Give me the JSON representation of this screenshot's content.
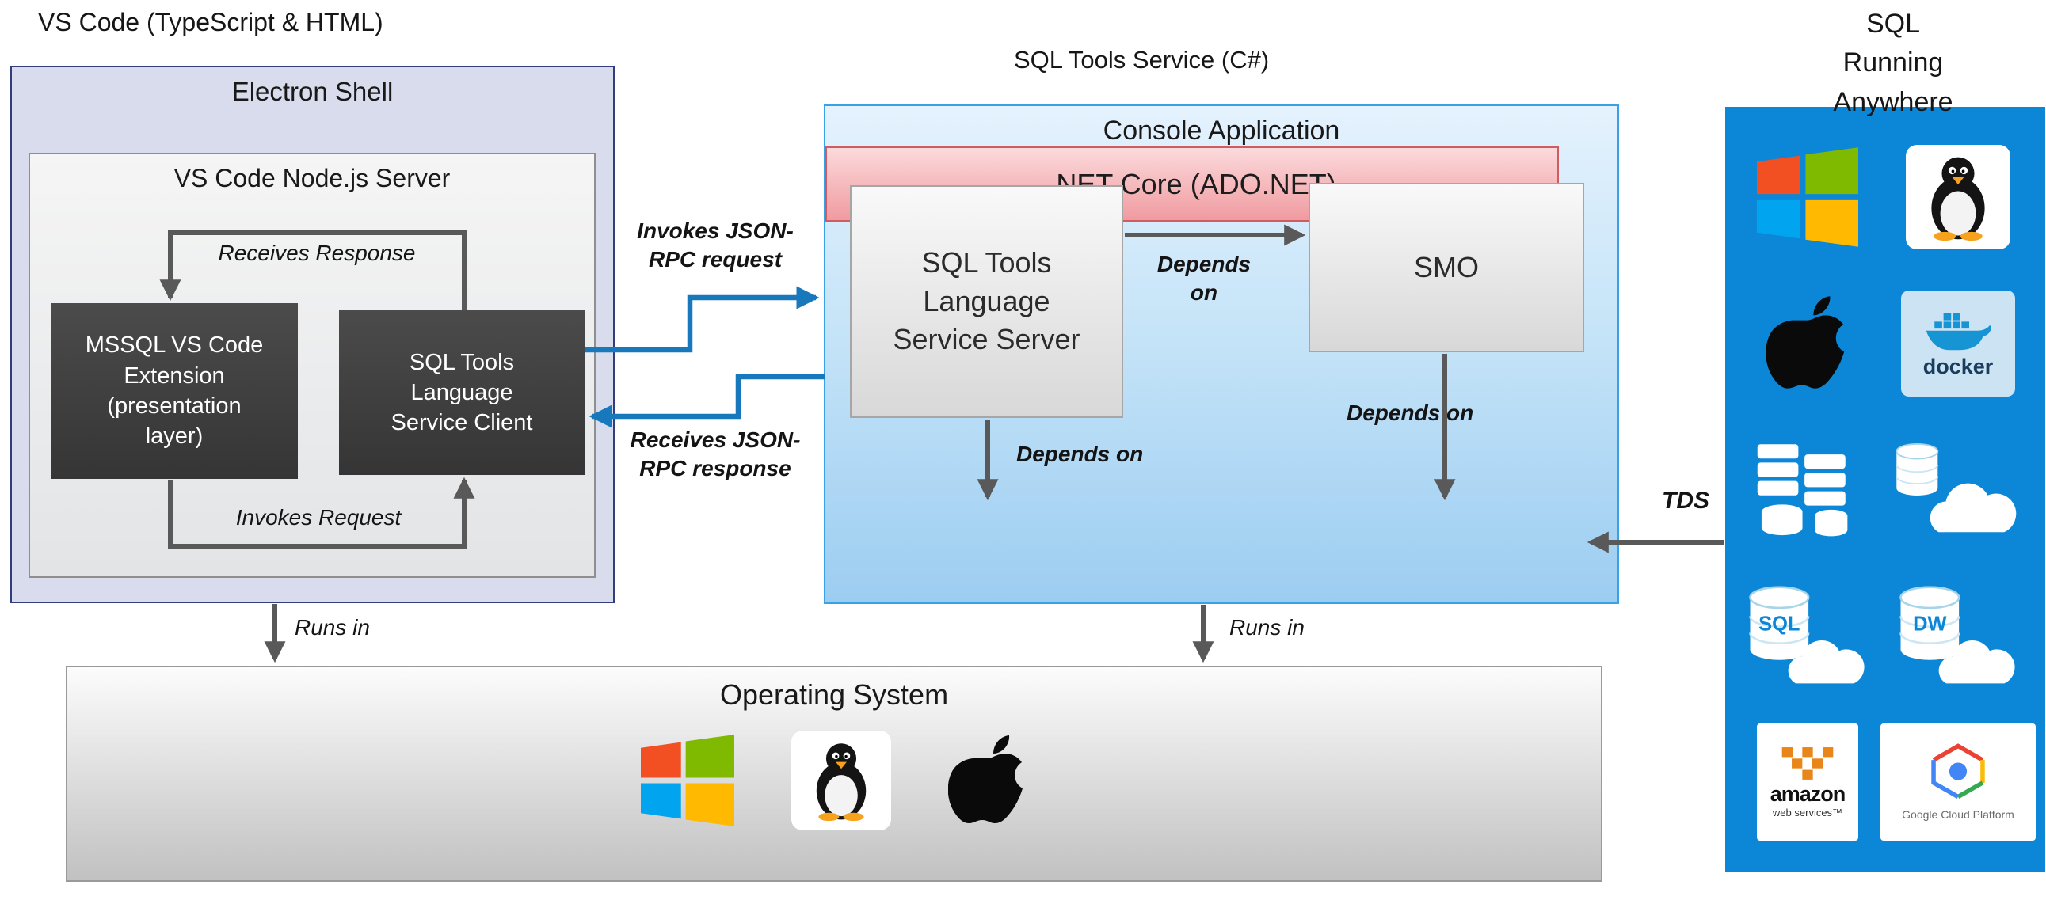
{
  "titles": {
    "vscode": "VS Code (TypeScript & HTML)",
    "sql_tools_service": "SQL Tools Service (C#)",
    "sql_running_anywhere": "SQL Running\nAnywhere"
  },
  "electron": {
    "title": "Electron Shell",
    "node_server_title": "VS Code Node.js Server",
    "mssql_extension": "MSSQL VS Code\nExtension\n(presentation\nlayer)",
    "service_client": "SQL Tools\nLanguage\nService Client"
  },
  "console": {
    "title": "Console Application",
    "language_service_server": "SQL Tools\nLanguage\nService Server",
    "smo": "SMO",
    "net_core": ".NET Core (ADO.NET)"
  },
  "os": {
    "title": "Operating System"
  },
  "flow_labels": {
    "receives_response": "Receives Response",
    "invokes_request": "Invokes Request",
    "invokes_jsonrpc": "Invokes JSON-\nRPC request",
    "receives_jsonrpc": "Receives JSON-\nRPC response",
    "depends_on_smo": "Depends\non",
    "depends_on_server_net": "Depends on",
    "depends_on_smo_net": "Depends on",
    "runs_in_left": "Runs in",
    "runs_in_center": "Runs in",
    "tds": "TDS"
  },
  "anywhere_panel": {
    "docker_label": "docker",
    "sql_db_label": "SQL",
    "dw_db_label": "DW",
    "aws_name": "amazon",
    "aws_sub": "web services™",
    "gcp_label": "Google Cloud Platform"
  },
  "icons": {
    "windows": "windows-four-pane-logo",
    "linux": "tux-penguin",
    "apple": "apple-logo",
    "docker": "docker-whale",
    "servers": "server-rack-with-databases",
    "cloud_db": "cloud-with-database",
    "sql_cloud": "sql-database-with-cloud",
    "dw_cloud": "dw-database-with-cloud",
    "aws": "amazon-web-services-logo",
    "gcp": "google-cloud-platform-hexagon"
  },
  "colors": {
    "electron_bg": "#d8dcec",
    "electron_border": "#333d7e",
    "console_border": "#39a1e6",
    "console_bg_top": "#e4f2fd",
    "console_bg_bottom": "#9ccdf1",
    "net_core_border": "#cf5c60",
    "net_core_bg": "#f6b9bd",
    "anywhere_panel_bg": "#0c87d7",
    "dark_box_bg": "#3f3f3f",
    "arrow_dark": "#595959",
    "arrow_blue": "#1878bc",
    "windows_red": "#f25022",
    "windows_green": "#7fba00",
    "windows_blue": "#00a4ef",
    "windows_yellow": "#ffb900",
    "docker_blue": "#1794d4"
  }
}
